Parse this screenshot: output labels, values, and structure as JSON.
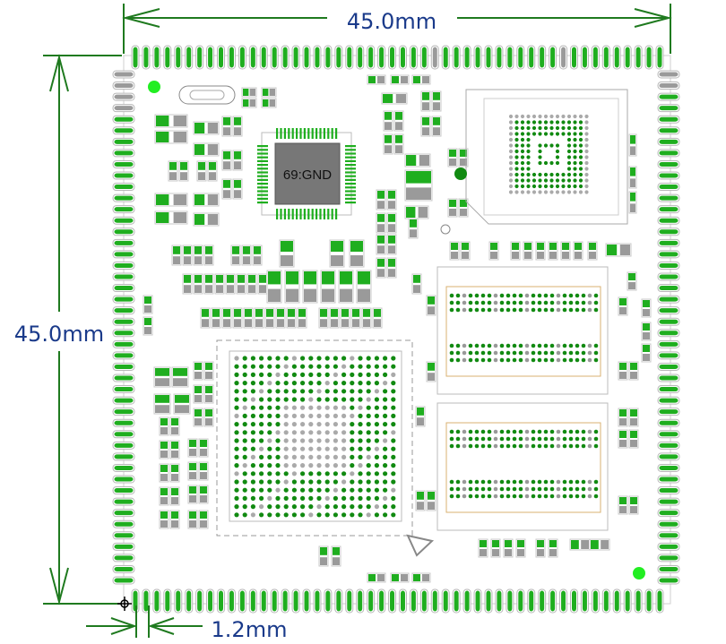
{
  "dimensions": {
    "width_label": "45.0mm",
    "height_label": "45.0mm",
    "pitch_label": "1.2mm"
  },
  "chips": {
    "qfp_label": "69:GND"
  },
  "colors": {
    "pad_green": "#1fae1f",
    "pad_green_dark": "#118a11",
    "pad_gray": "#9a9a9a",
    "outline": "#b8b8b8",
    "dim_line": "#1f7a1f",
    "dim_text": "#1a3a8a",
    "fiducial": "#22ee22"
  },
  "icons": {
    "origin_marker": "crosshair-icon",
    "orientation_mark": "triangle-icon"
  }
}
